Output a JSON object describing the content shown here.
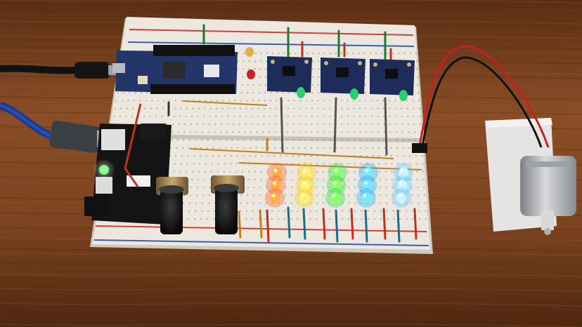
{
  "scene": {
    "colors": {
      "wood_dark": "#4a2410",
      "wood_mid": "#7a4220",
      "wood_light": "#9a5a2e",
      "breadboard": "#ece8df",
      "breadboard_shadow": "#cfc9bd",
      "rail_red": "#d0403a",
      "rail_blue": "#3a5fb0",
      "module_blue": "#1d2c5a",
      "pcb_black": "#141414",
      "foam": "#e6e4e2",
      "motor_metal": "#b9bcbf"
    },
    "led_columns": [
      {
        "color": "#ffb040",
        "glow": "#ff5a20",
        "count": 3
      },
      {
        "color": "#fff070",
        "glow": "#ffd000",
        "count": 3
      },
      {
        "color": "#8aff6a",
        "glow": "#20e030",
        "count": 3
      },
      {
        "color": "#7ae8ff",
        "glow": "#10b0ff",
        "count": 3
      },
      {
        "color": "#c8f4ff",
        "glow": "#50c8ff",
        "count": 3
      }
    ],
    "module_leds": [
      "#2ad070",
      "#2ad070",
      "#2ad070"
    ],
    "indicator_led": "#3aff3a"
  }
}
